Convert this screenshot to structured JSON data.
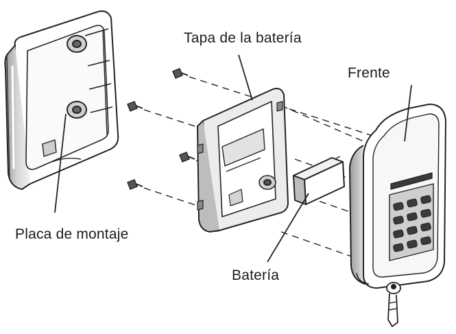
{
  "labels": {
    "battery_cover": "Tapa de la batería",
    "front": "Frente",
    "mounting_plate": "Placa de montaje",
    "battery": "Batería"
  },
  "colors": {
    "line": "#222222",
    "shade": "#b8b8b8",
    "light": "#e6e6e6",
    "dark": "#3a3a3a"
  }
}
